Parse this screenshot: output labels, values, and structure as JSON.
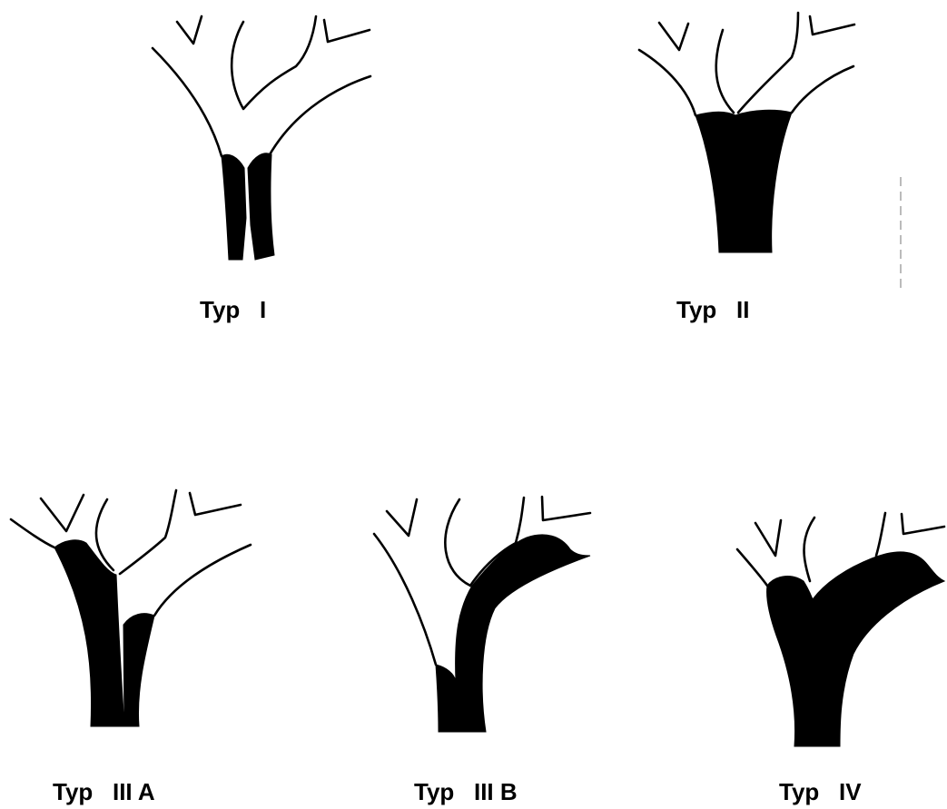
{
  "figure": {
    "panels": [
      {
        "id": "type-1",
        "label": "Typ   I"
      },
      {
        "id": "type-2",
        "label": "Typ   II"
      },
      {
        "id": "type-3a",
        "label": "Typ   III A"
      },
      {
        "id": "type-3b",
        "label": "Typ   III B"
      },
      {
        "id": "type-4",
        "label": "Typ   IV"
      }
    ],
    "colors": {
      "outline": "#000000",
      "filled_region": "#000000",
      "background": "#ffffff"
    }
  }
}
